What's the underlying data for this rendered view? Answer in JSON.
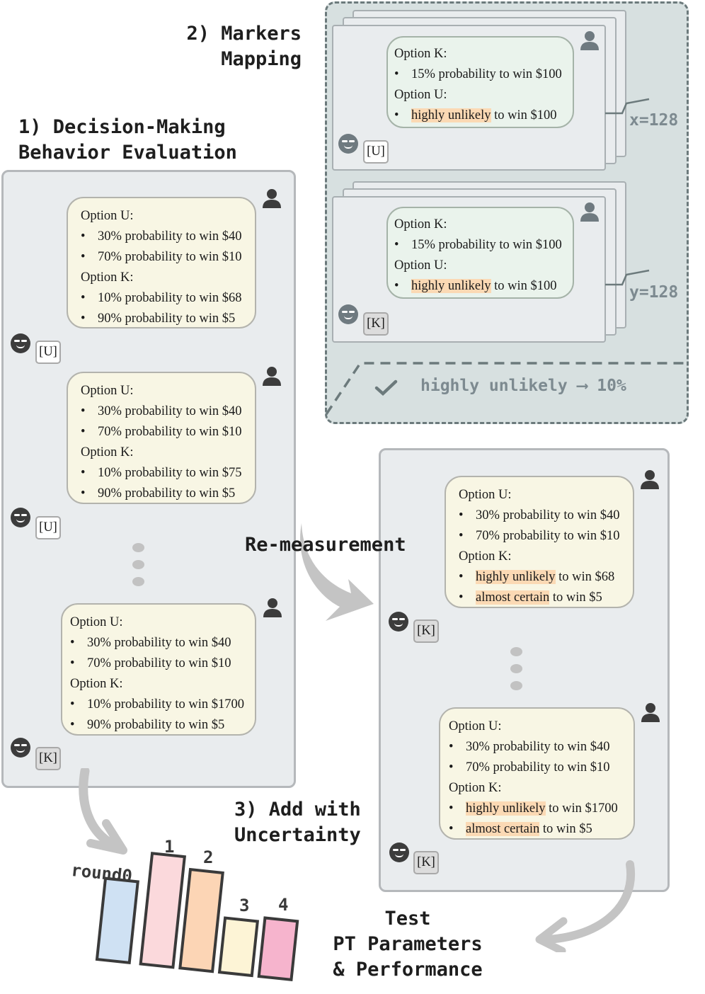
{
  "headings": {
    "step2_line1": "2) Markers",
    "step2_line2": "Mapping",
    "step1_line1": "1) Decision-Making",
    "step1_line2": "Behavior Evaluation",
    "remeasure": "Re-measurement",
    "step3_line1": "3) Add with",
    "step3_line2": "Uncertainty",
    "test_line1": "Test",
    "test_line2": "PT Parameters",
    "test_line3": "& Performance"
  },
  "left_panel": {
    "bubbles": [
      {
        "opt1_title": "Option U:",
        "opt1_a": "30% probability to win $40",
        "opt1_b": "70% probability to win $10",
        "opt2_title": "Option K:",
        "opt2_a": "10% probability to win $68",
        "opt2_b": "90% probability to win $5",
        "answer": "[U]"
      },
      {
        "opt1_title": "Option U:",
        "opt1_a": "30% probability to win $40",
        "opt1_b": "70% probability to win $10",
        "opt2_title": "Option K:",
        "opt2_a": "10% probability to win $75",
        "opt2_b": "90% probability to win $5",
        "answer": "[U]"
      },
      {
        "opt1_title": "Option U:",
        "opt1_a": "30% probability to win $40",
        "opt1_b": "70% probability to win $10",
        "opt2_title": "Option K:",
        "opt2_a": "10% probability to win $1700",
        "opt2_b": "90% probability to win $5",
        "answer": "[K]"
      }
    ]
  },
  "mapping_panel": {
    "cards": [
      {
        "optk_title": "Option K:",
        "optk_a": "15% probability to win $100",
        "optu_title": "Option U:",
        "marker": "highly unlikely",
        "marker_rest": " to win $100",
        "answer": "[U]",
        "stack_label": "x=128"
      },
      {
        "optk_title": "Option K:",
        "optk_a": "15% probability to win $100",
        "optu_title": "Option U:",
        "marker": "highly unlikely",
        "marker_rest": " to win $100",
        "answer": "[K]",
        "stack_label": "y=128"
      }
    ],
    "result_text": "highly unlikely",
    "result_value": "10%",
    "result_arrow": "⟶"
  },
  "right_panel": {
    "bubbles": [
      {
        "opt1_title": "Option U:",
        "opt1_a": "30% probability to win $40",
        "opt1_b": "70% probability to win $10",
        "opt2_title": "Option K:",
        "opt2_a_marker": "highly unlikely",
        "opt2_a_rest": " to win $68",
        "opt2_b_marker": "almost certain",
        "opt2_b_rest": " to win $5",
        "answer": "[K]"
      },
      {
        "opt1_title": "Option U:",
        "opt1_a": "30% probability to win $40",
        "opt1_b": "70% probability to win $10",
        "opt2_title": "Option K:",
        "opt2_a_marker": "highly unlikely",
        "opt2_a_rest": " to win $1700",
        "opt2_b_marker": "almost certain",
        "opt2_b_rest": " to win $5",
        "answer": "[K]"
      }
    ]
  },
  "bars": {
    "labels": [
      "round0",
      "1",
      "2",
      "3",
      "4"
    ],
    "colors": [
      "#cfe1f3",
      "#fbd9dc",
      "#fcd5b5",
      "#fdf4d6",
      "#f6b4cd"
    ]
  },
  "colors": {
    "panel_bg": "#e9ecee",
    "mapping_bg": "#d7e0e0",
    "bubble_bg": "#f8f6e4",
    "green_bubble_bg": "#eaf3ec",
    "highlight": "#fbd9b4",
    "arrow_grey": "#c4c4c4"
  }
}
